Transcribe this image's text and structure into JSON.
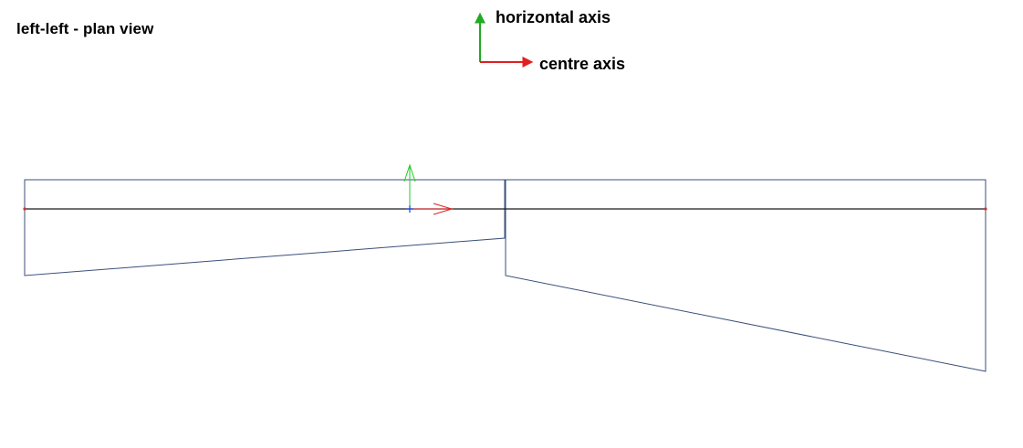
{
  "view": {
    "title": "left-left - plan view"
  },
  "legend": {
    "horizontal_axis_label": "horizontal axis",
    "centre_axis_label": "centre axis"
  },
  "colors": {
    "outline": "#3b4f7a",
    "centre_line": "#1a1a1a",
    "horizontal_axis": "#22aa22",
    "centre_axis": "#e02020",
    "origin_marker": "#1f3fd0",
    "end_point": "#cc3333"
  },
  "icons": [
    "horizontal-axis-arrow-icon",
    "centre-axis-arrow-icon",
    "origin-marker-icon"
  ]
}
